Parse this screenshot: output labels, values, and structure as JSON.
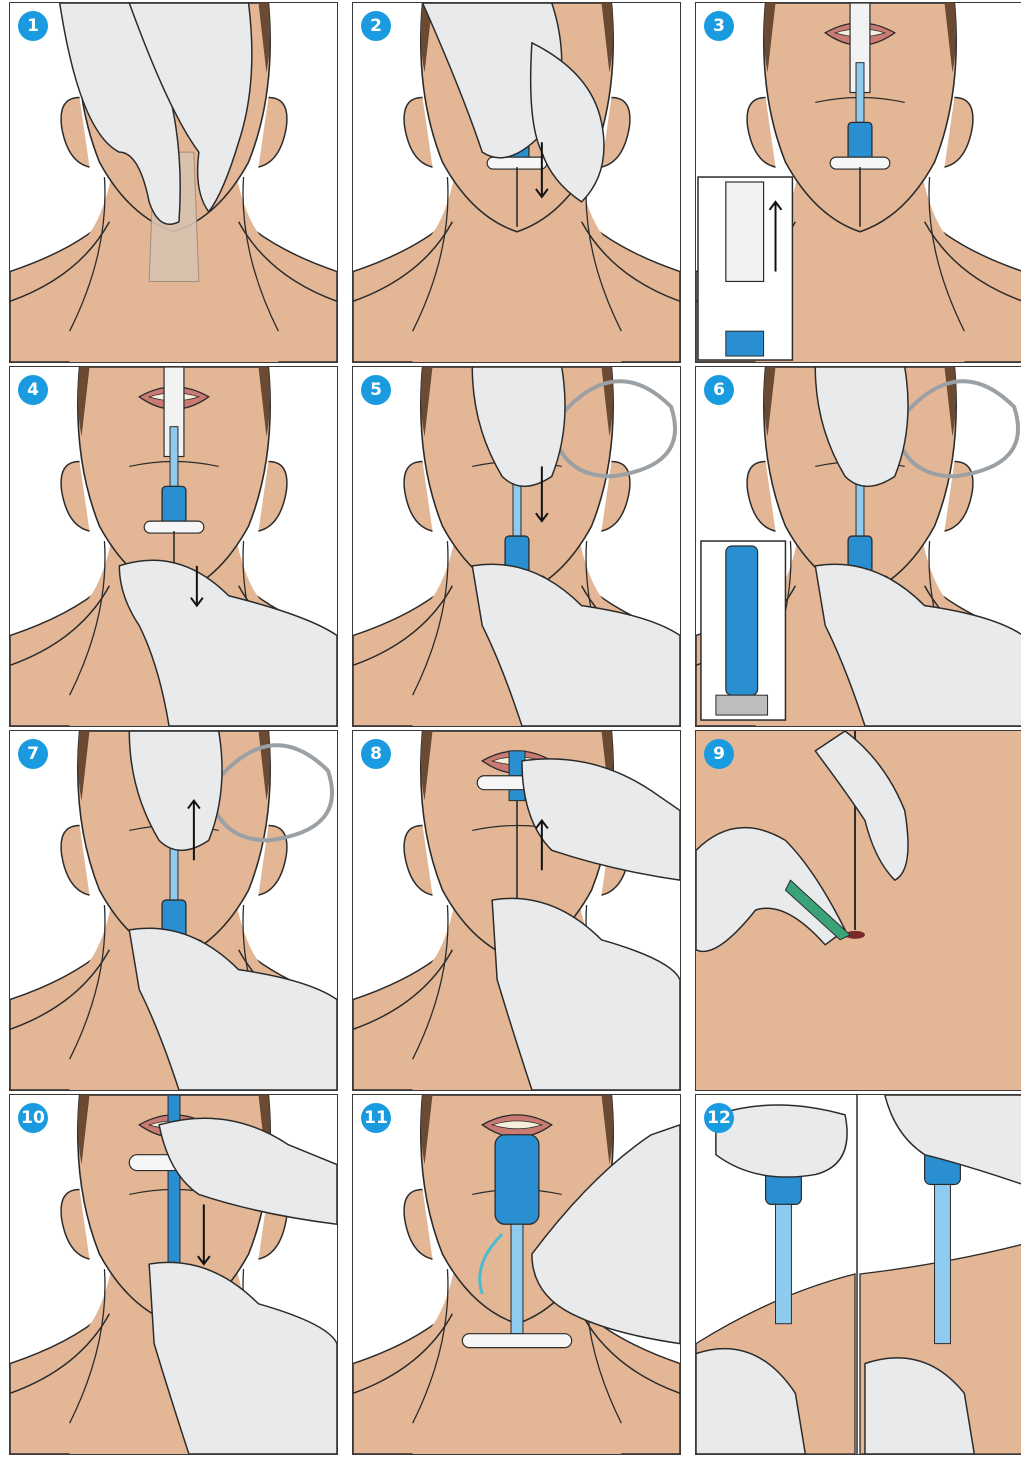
{
  "colors": {
    "badge": "#1a9be0",
    "skin": "#e3b796",
    "skin_shadow": "#cf9a78",
    "hair": "#6b4a33",
    "glove": "#e9eaeb",
    "glove_shadow": "#b9bcbf",
    "device_blue": "#2a8fd0",
    "device_light": "#8ecbee",
    "outline": "#2b2b2b",
    "lip": "#c97a72"
  },
  "steps": [
    {
      "number": "1",
      "scene": "palpation",
      "icon": "hand-palpating-larynx-icon"
    },
    {
      "number": "2",
      "scene": "syringe-insert",
      "icon": "syringe-insertion-icon"
    },
    {
      "number": "3",
      "scene": "aspirate",
      "icon": "syringe-aspiration-icon",
      "inset": true
    },
    {
      "number": "4",
      "scene": "advance",
      "icon": "cannula-advance-icon"
    },
    {
      "number": "5",
      "scene": "guidewire",
      "icon": "guidewire-insert-icon"
    },
    {
      "number": "6",
      "scene": "guidewire-lock",
      "icon": "guidewire-lock-icon",
      "inset": true
    },
    {
      "number": "7",
      "scene": "withdraw",
      "icon": "needle-withdraw-icon"
    },
    {
      "number": "8",
      "scene": "remove-cannula",
      "icon": "cannula-remove-icon"
    },
    {
      "number": "9",
      "scene": "incision",
      "icon": "scalpel-incision-icon"
    },
    {
      "number": "10",
      "scene": "dilator",
      "icon": "dilator-insert-icon"
    },
    {
      "number": "11",
      "scene": "tube-placed",
      "icon": "tube-placed-icon"
    },
    {
      "number": "12",
      "scene": "connector",
      "icon": "connector-rotate-icon",
      "split": true
    }
  ]
}
